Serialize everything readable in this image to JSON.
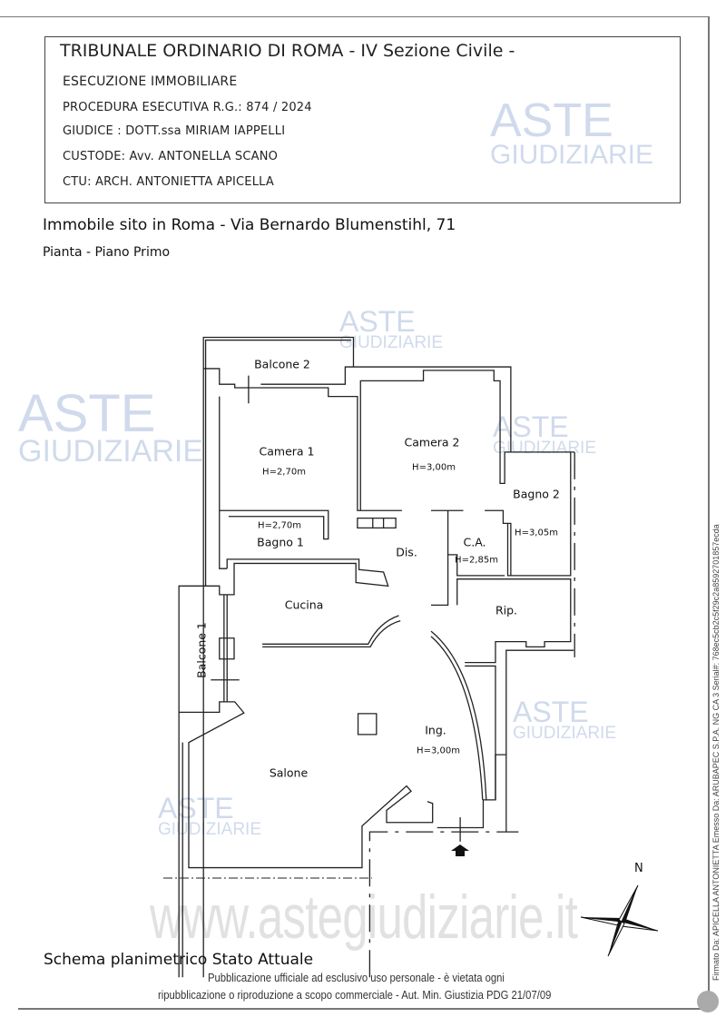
{
  "header": {
    "court": "TRIBUNALE ORDINARIO DI ROMA - IV Sezione Civile -",
    "type": "ESECUZIONE IMMOBILIARE",
    "procedure": "PROCEDURA ESECUTIVA R.G.: 874 / 2024",
    "judge": "GIUDICE : DOTT.ssa MIRIAM IAPPELLI",
    "custodian": "CUSTODE: Avv. ANTONELLA SCANO",
    "ctu": "CTU: ARCH. ANTONIETTA APICELLA"
  },
  "address": "Immobile sito in Roma - Via Bernardo Blumenstihl, 71",
  "subtitle": "Pianta - Piano Primo",
  "rooms": {
    "balcone2": "Balcone 2",
    "camera1": "Camera 1",
    "camera1_h": "H=2,70m",
    "camera2": "Camera 2",
    "camera2_h": "H=3,00m",
    "bagno2": "Bagno 2",
    "bagno2_h": "H=3,05m",
    "ca": "C.A.",
    "ca_h": "H=2,85m",
    "bagno1_h": "H=2,70m",
    "bagno1": "Bagno 1",
    "dis": "Dis.",
    "cucina": "Cucina",
    "rip": "Rip.",
    "balcone1": "Balcone 1",
    "ing": "Ing.",
    "ing_h": "H=3,00m",
    "salone": "Salone"
  },
  "compass_label": "N",
  "watermark": {
    "line1": "ASTE",
    "line2": "GIUDIZIARIE",
    "site": "www.astegiudiziarie.it"
  },
  "footer": {
    "schema": "Schema planimetrico Stato Attuale",
    "pub1": "Pubblicazione ufficiale ad esclusivo uso personale - è vietata ogni",
    "pub2": "ripubblicazione o riproduzione a scopo commerciale - Aut. Min. Giustizia PDG 21/07/09"
  },
  "signature": "Firmato Da: APICELLA ANTONIETTA Emesso Da: ARUBAPEC S.P.A. NG CA 3 Serial#: 768ec5cb2c5f29c2a8592701857ecda",
  "colors": {
    "watermark": "#7896c8",
    "line": "#222222"
  }
}
